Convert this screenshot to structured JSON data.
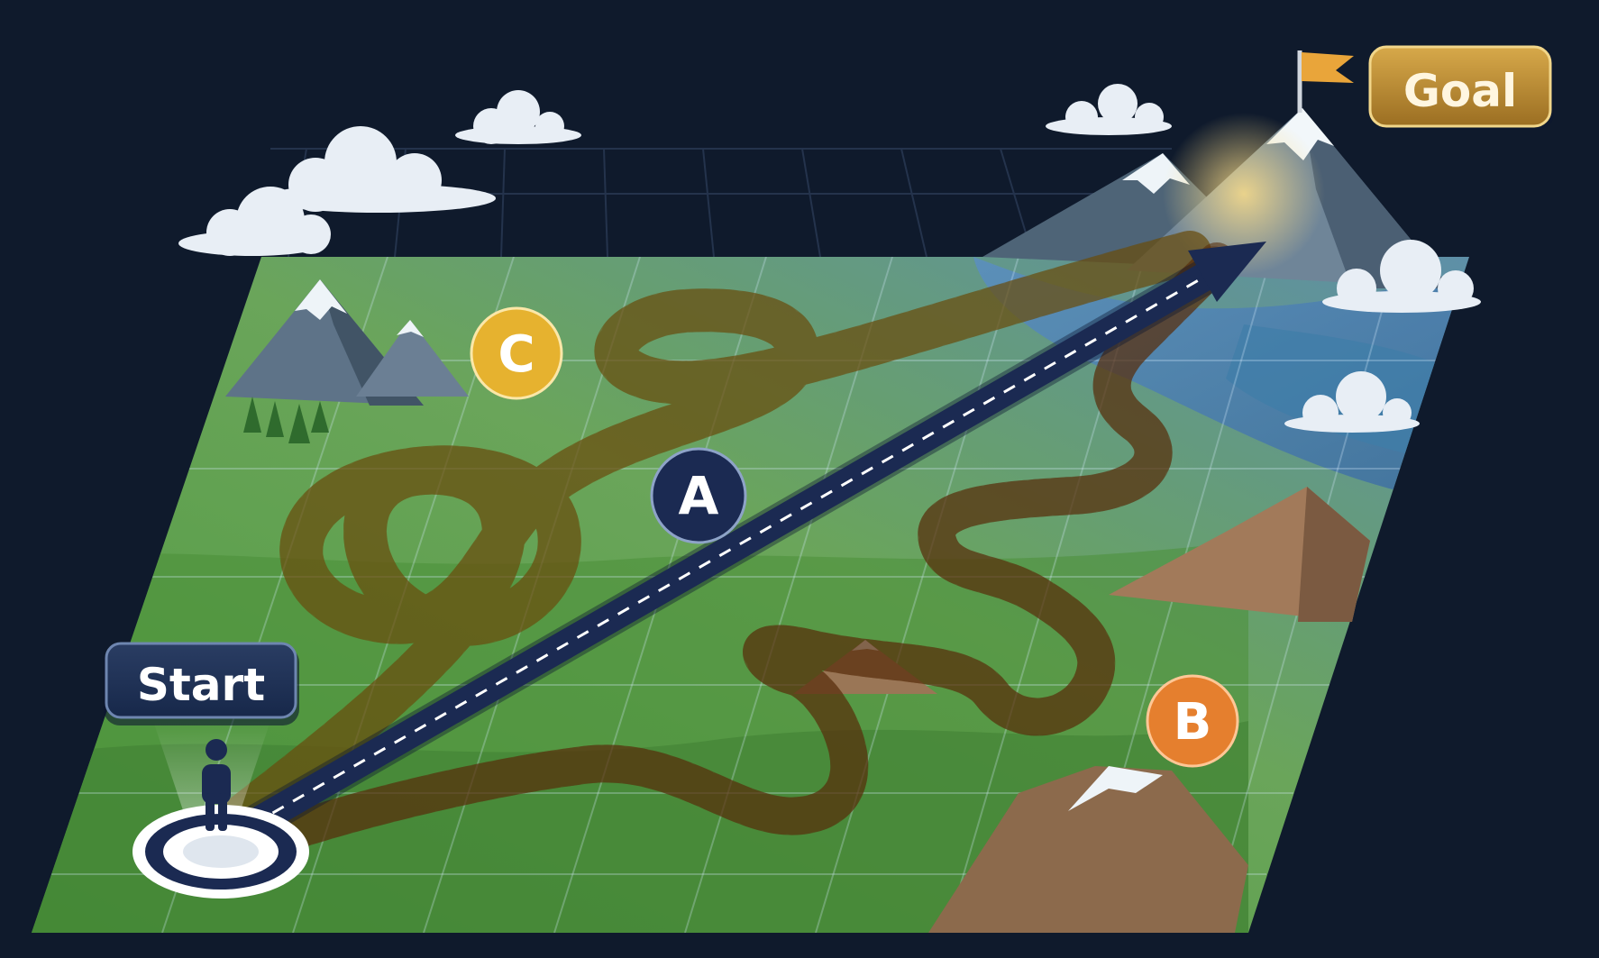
{
  "labels": {
    "start": "Start",
    "goal": "Goal",
    "route_a": "A",
    "route_b": "B",
    "route_c": "C"
  },
  "icons": {
    "start_marker": "person-on-target-icon",
    "goal_marker": "flag-icon"
  },
  "colors": {
    "background": "#0f1a2c",
    "route_a": "#1b2a52",
    "route_b": "#e57f2e",
    "route_c": "#f0c23c",
    "goal_badge": "#b98a2e"
  }
}
